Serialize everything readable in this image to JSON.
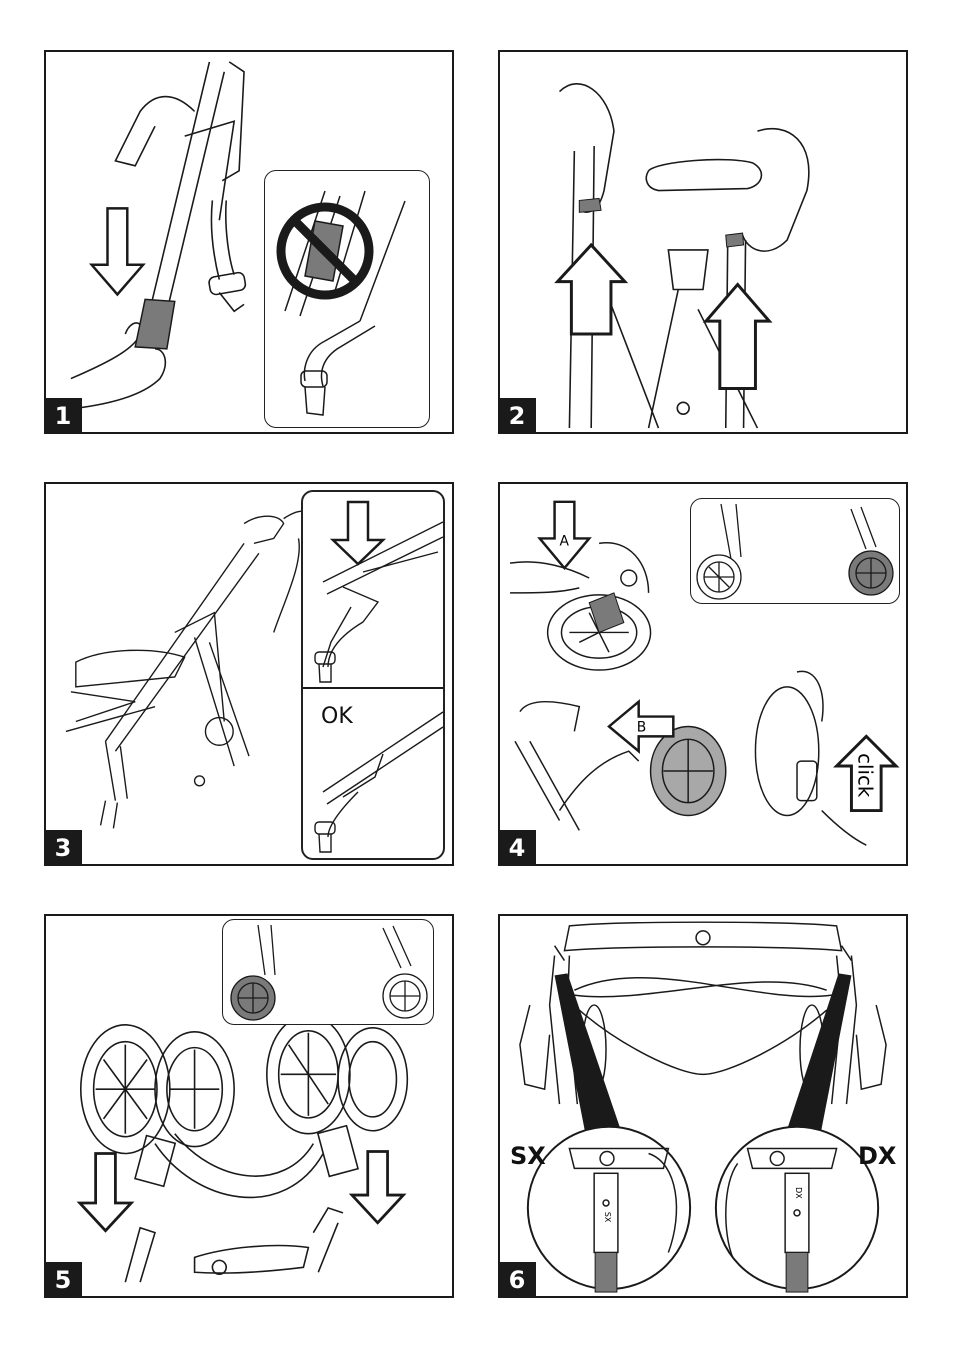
{
  "panels": [
    {
      "number": "1"
    },
    {
      "number": "2"
    },
    {
      "number": "3",
      "ok_label": "OK"
    },
    {
      "number": "4",
      "label_a": "A",
      "label_b": "B",
      "click_label": "click"
    },
    {
      "number": "5"
    },
    {
      "number": "6",
      "left_label": "SX",
      "right_label": "DX"
    }
  ],
  "colors": {
    "ink": "#1a1a1a",
    "shade": "#7a7a7a",
    "light_shade": "#a8a8a8"
  }
}
